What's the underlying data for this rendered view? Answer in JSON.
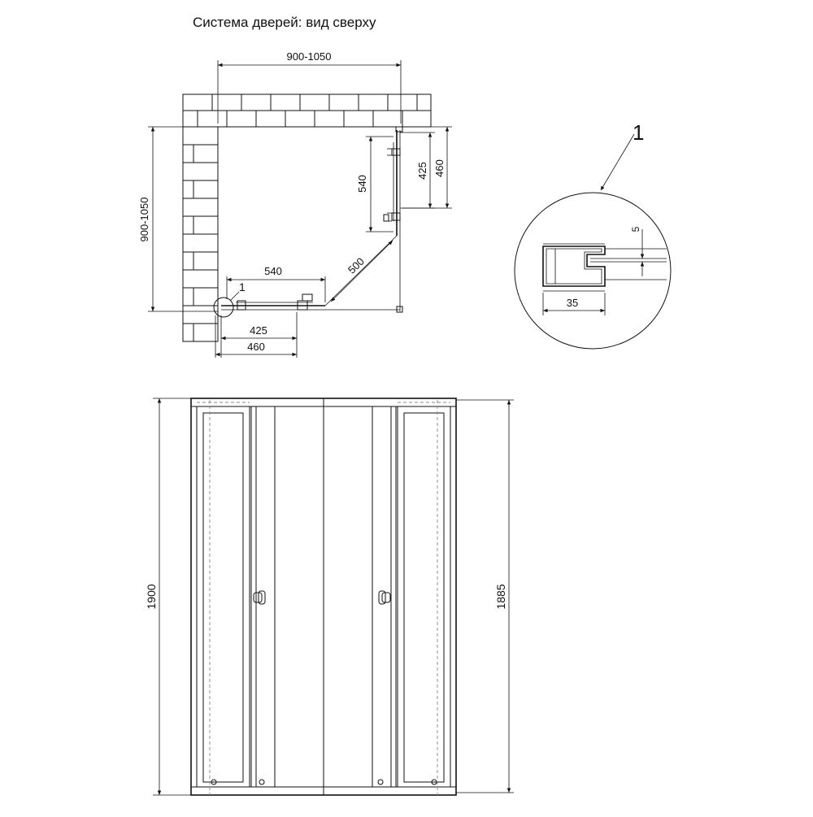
{
  "title": "Система дверей: вид сверху",
  "colors": {
    "line": "#111111",
    "background": "#ffffff",
    "hidden_line": "#888888"
  },
  "top_view": {
    "dim_width_top": "900-1050",
    "dim_depth_left": "900-1050",
    "dim_right_panel_outer": "540",
    "dim_right_door_425": "425",
    "dim_right_door_460": "460",
    "dim_bottom_panel_outer": "540",
    "dim_diagonal": "500",
    "dim_bottom_425": "425",
    "dim_bottom_460": "460",
    "detail_callout": "1"
  },
  "detail_view": {
    "callout": "1",
    "dim_gap": "5",
    "dim_profile_width": "35"
  },
  "front_view": {
    "dim_height_left": "1900",
    "dim_height_right": "1885"
  }
}
